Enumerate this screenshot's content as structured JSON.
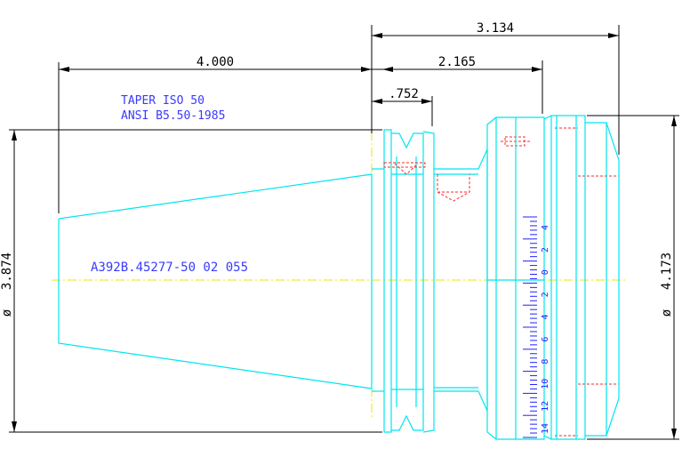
{
  "dimensions": {
    "overall_right": "3.134",
    "taper_length": "4.000",
    "flange_to_body": "2.165",
    "groove_width": ".752",
    "left_diameter": "3.874",
    "right_diameter": "4.173",
    "dia_symbol": "ø"
  },
  "notes": {
    "taper_line1": "TAPER ISO 50",
    "taper_line2": "ANSI B5.50-1985",
    "part_number": "A392B.45277-50 02 055"
  },
  "scale_labels": [
    "4",
    "2",
    "0",
    "2",
    "4",
    "6",
    "8",
    "10",
    "12",
    "14"
  ],
  "colors": {
    "outline": "#00e5f0",
    "hidden": "#ff2a2a",
    "centerline": "#e8e800",
    "annotation": "#3a3aff",
    "dimension": "#000000"
  }
}
